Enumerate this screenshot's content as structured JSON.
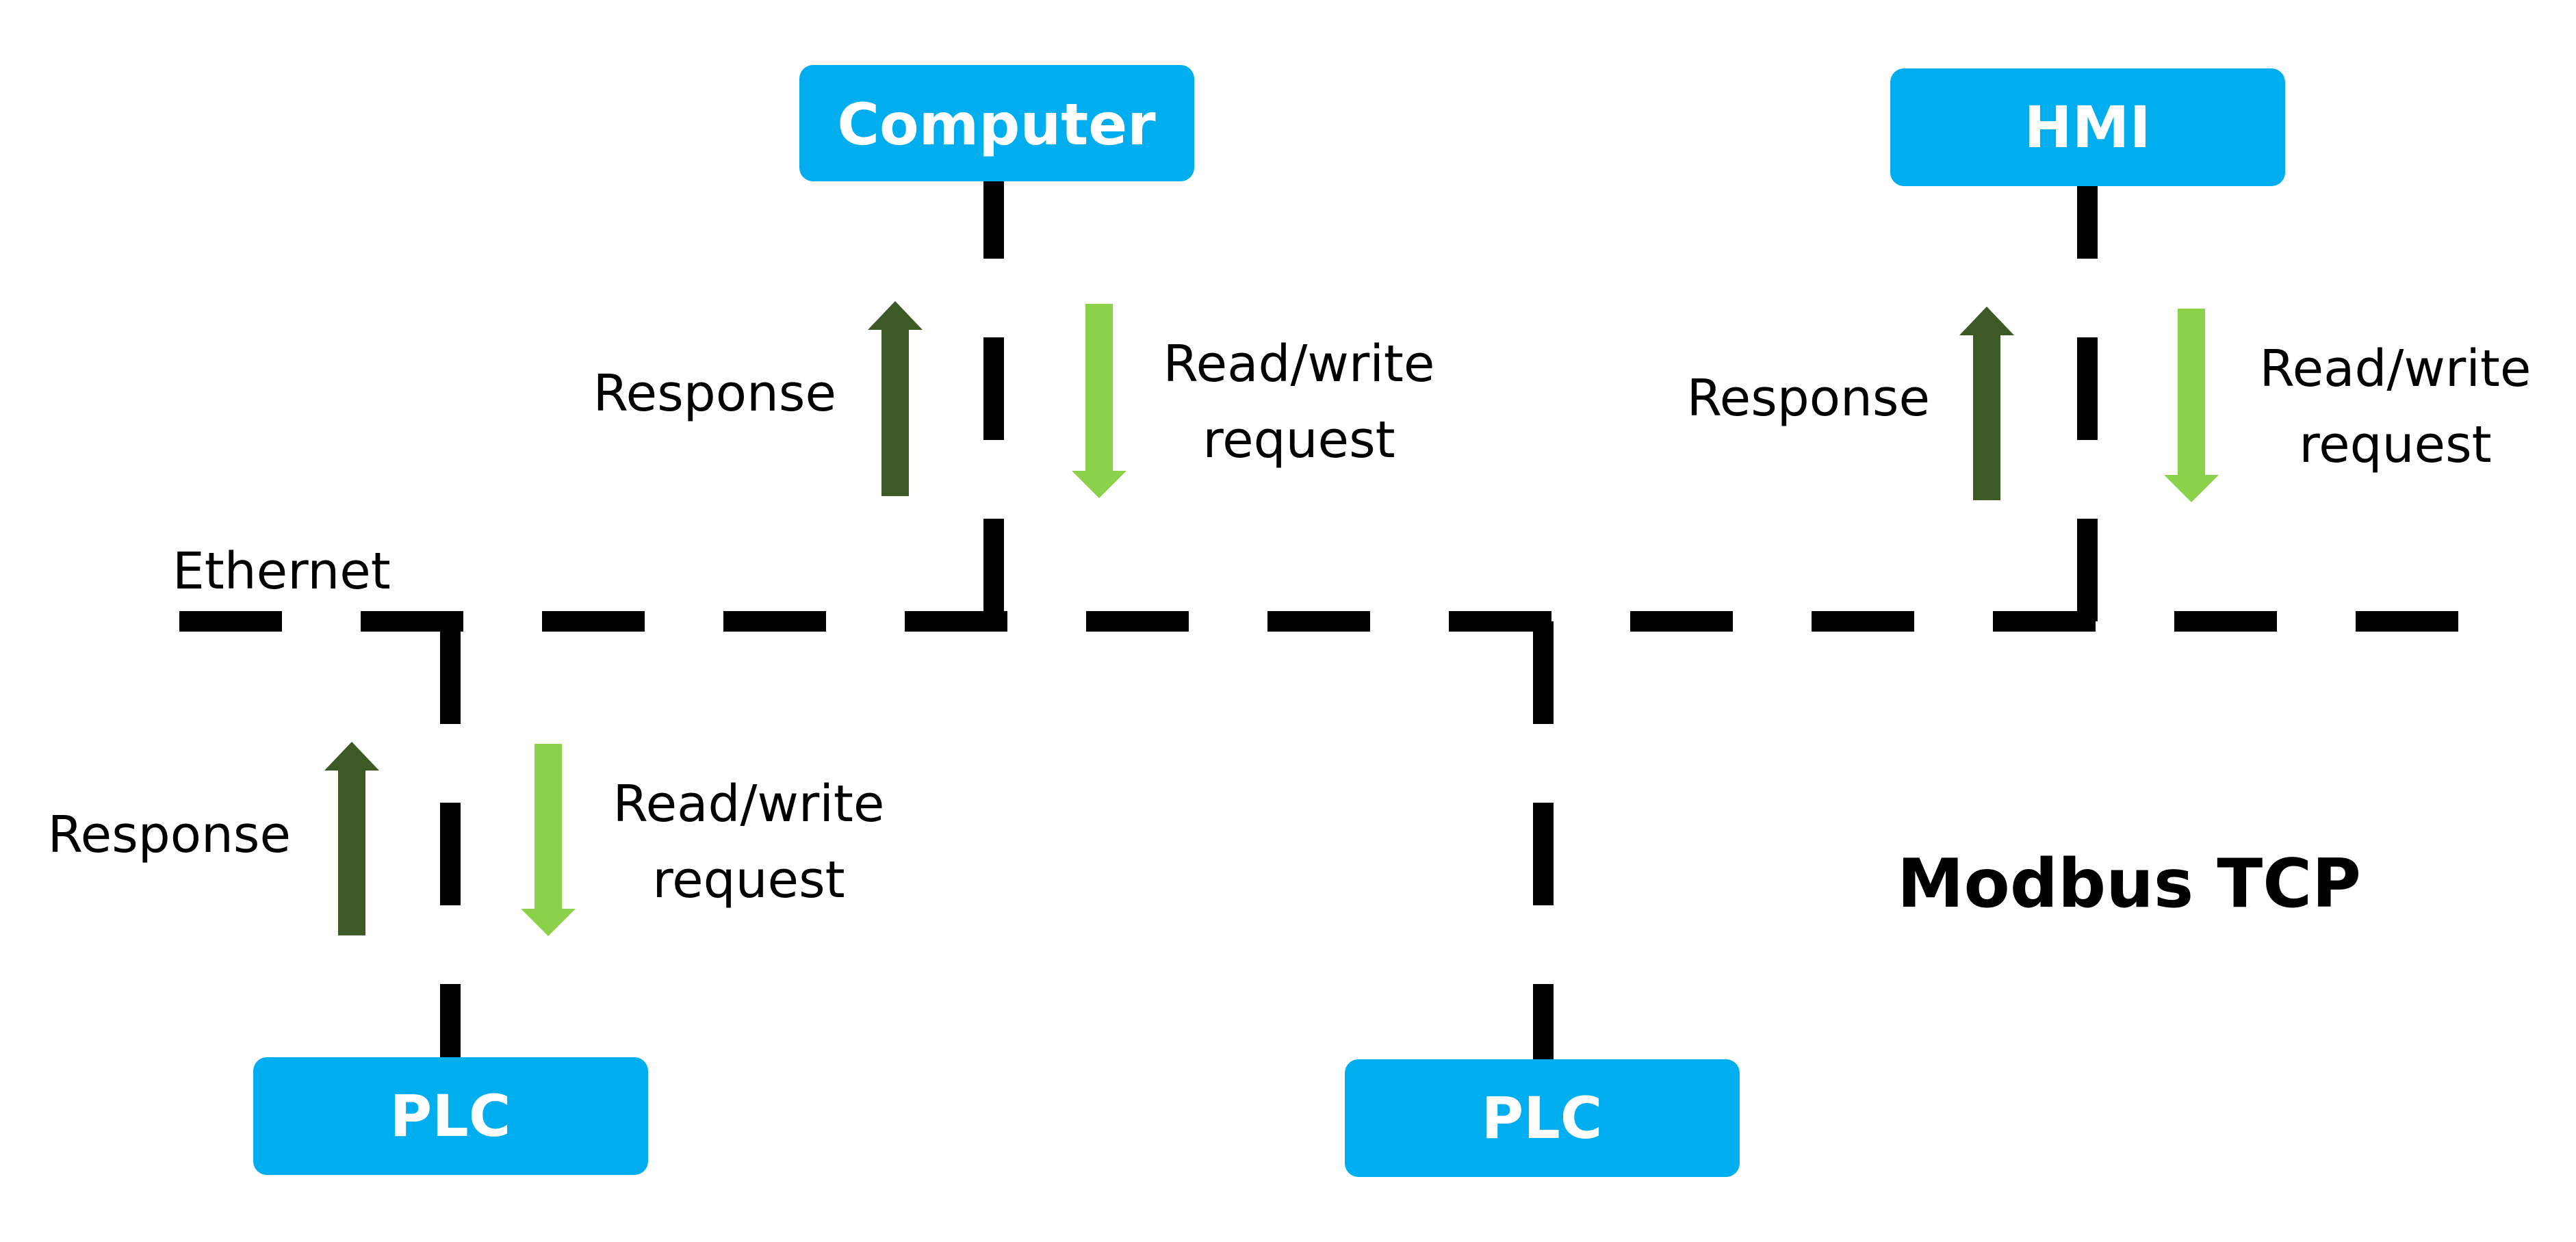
{
  "network_label": "Ethernet",
  "protocol_label": "Modbus TCP",
  "nodes": {
    "computer": "Computer",
    "hmi": "HMI",
    "plc_left": "PLC",
    "plc_center": "PLC"
  },
  "arrow_labels": {
    "response": "Response",
    "request_line1": "Read/write",
    "request_line2": "request"
  },
  "colors": {
    "node_fill": "#00aeef",
    "node_text": "#ffffff",
    "response_arrow": "#3d5a26",
    "request_arrow": "#8cd14a",
    "bus_line": "#000000"
  }
}
